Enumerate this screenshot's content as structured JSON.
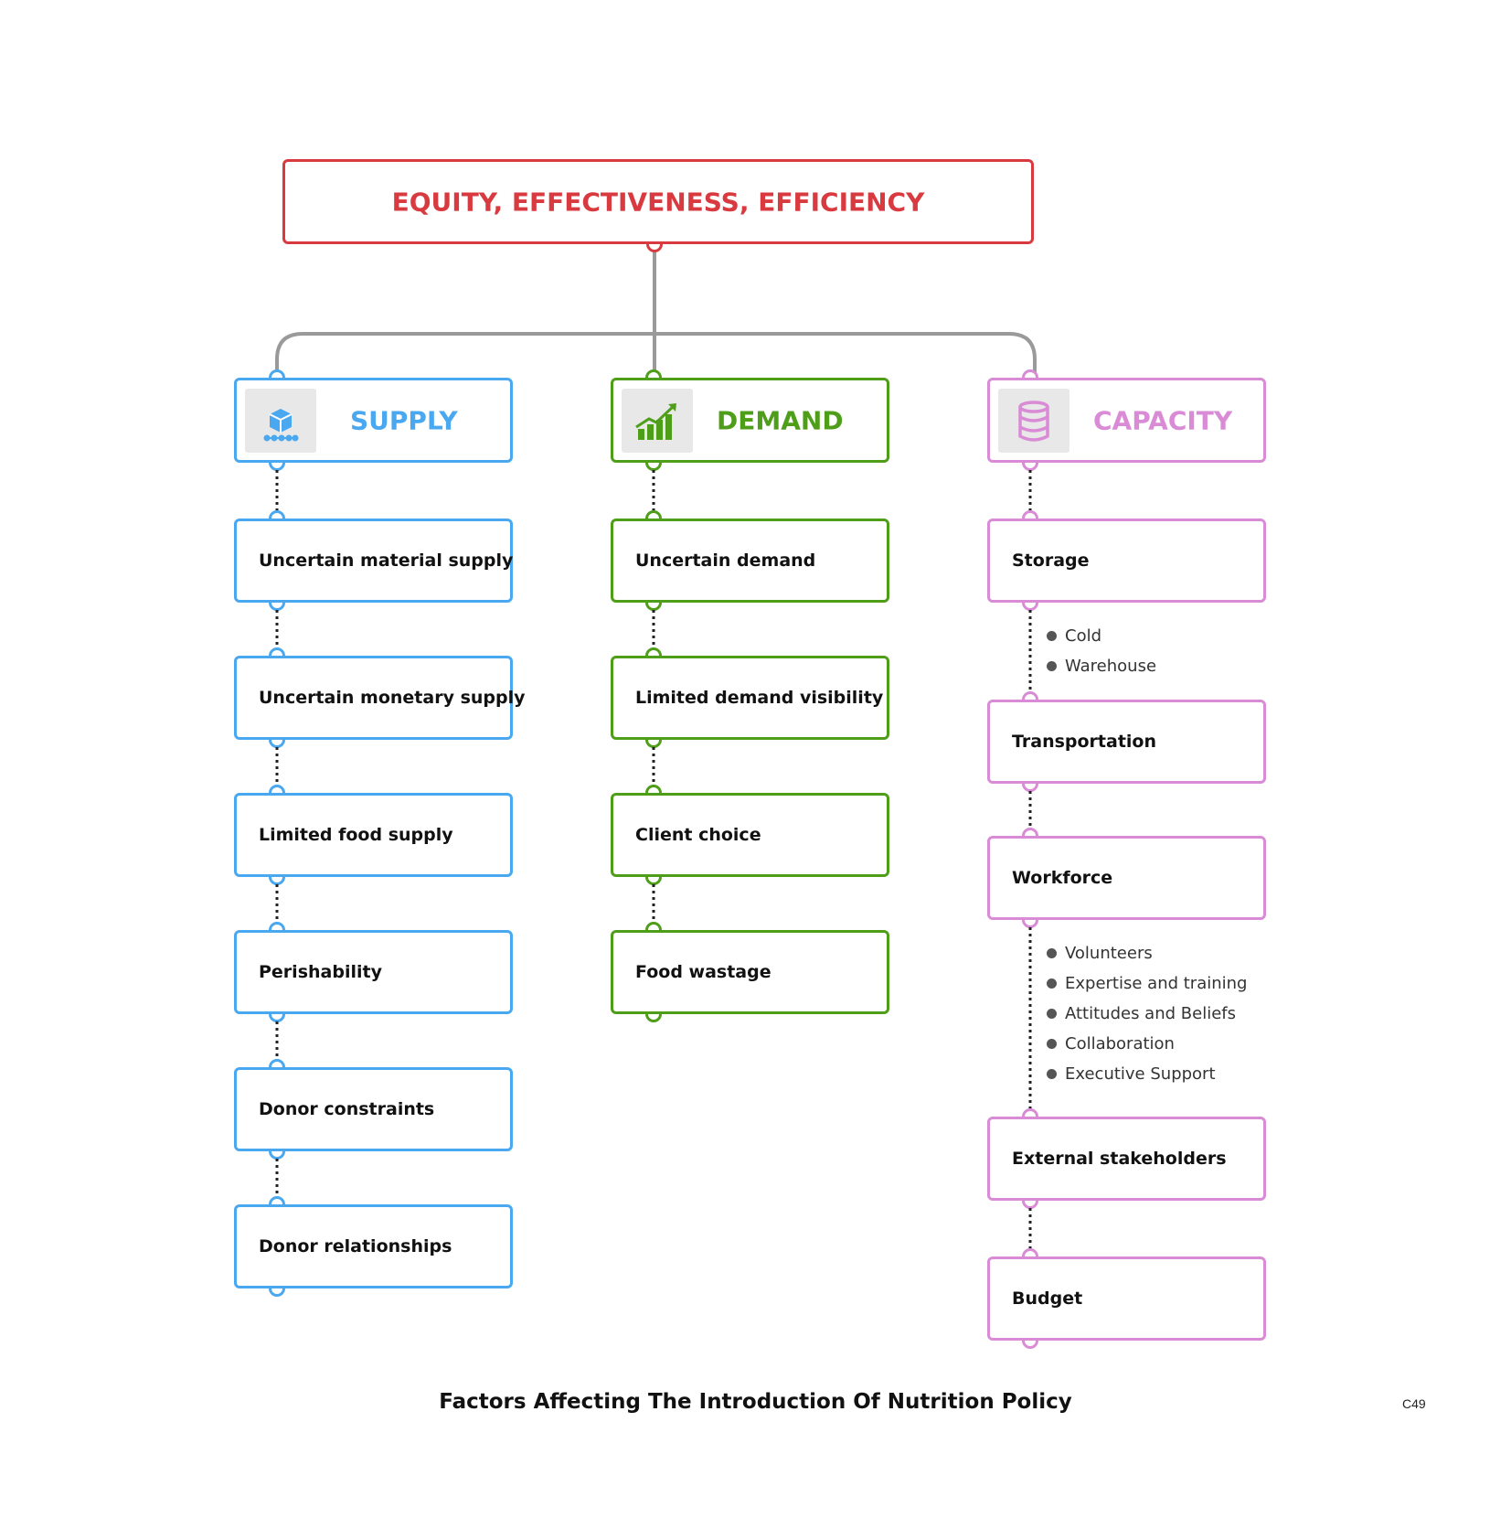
{
  "root": {
    "label": "EQUITY, EFFECTIVENESS, EFFICIENCY",
    "color": "#d93a3f"
  },
  "columns": [
    {
      "key": "supply",
      "label": "SUPPLY",
      "color": "#4aa8f0",
      "icon": "package-boxes-icon",
      "items": [
        {
          "label": "Uncertain material supply",
          "bullets": []
        },
        {
          "label": "Uncertain monetary supply",
          "bullets": []
        },
        {
          "label": "Limited food supply",
          "bullets": []
        },
        {
          "label": "Perishability",
          "bullets": []
        },
        {
          "label": "Donor constraints",
          "bullets": []
        },
        {
          "label": "Donor relationships",
          "bullets": []
        }
      ]
    },
    {
      "key": "demand",
      "label": "DEMAND",
      "color": "#4f9e1a",
      "icon": "growth-chart-icon",
      "items": [
        {
          "label": "Uncertain demand",
          "bullets": []
        },
        {
          "label": "Limited demand visibility",
          "bullets": []
        },
        {
          "label": "Client choice",
          "bullets": []
        },
        {
          "label": "Food wastage",
          "bullets": []
        }
      ]
    },
    {
      "key": "capacity",
      "label": "CAPACITY",
      "color": "#d98bd6",
      "icon": "database-icon",
      "items": [
        {
          "label": "Storage",
          "bullets": [
            "Cold",
            "Warehouse"
          ]
        },
        {
          "label": "Transportation",
          "bullets": []
        },
        {
          "label": "Workforce",
          "bullets": [
            "Volunteers",
            "Expertise and training",
            "Attitudes and Beliefs",
            "Collaboration",
            "Executive Support"
          ]
        },
        {
          "label": "External stakeholders",
          "bullets": []
        },
        {
          "label": "Budget",
          "bullets": []
        }
      ]
    }
  ],
  "caption": "Factors Affecting The Introduction Of Nutrition Policy",
  "code": "C49"
}
